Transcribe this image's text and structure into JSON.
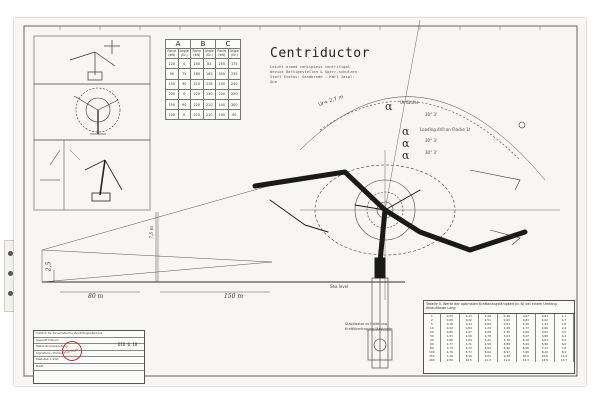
{
  "title": "Centriductor",
  "subtitle": "Leicht armed zenispiess centrifigal device Bettigestellen & Sperr-schutzen. Stoff Status: Sandbrede - Karl Jaspl: Gne",
  "table": {
    "groups": [
      "A",
      "B",
      "C"
    ],
    "col_headers": [
      "Force (kN)",
      "Angle (Gr.)",
      "Force (kN)",
      "Angle (Gr.)",
      "Force (kN)",
      "Angle (Gr.)"
    ],
    "rows": [
      [
        "120",
        "0",
        "150",
        "83",
        "255",
        "175"
      ],
      [
        "90",
        "75",
        "180",
        "165",
        "300",
        "235"
      ],
      [
        "150",
        "90",
        "210",
        "118",
        "150",
        "240"
      ],
      [
        "200",
        "0",
        "220",
        "130",
        "200",
        "220"
      ],
      [
        "150",
        "90",
        "220",
        "210",
        "140",
        "300"
      ],
      [
        "100",
        "0",
        "210",
        "210",
        "190",
        "90"
      ]
    ]
  },
  "annotations": {
    "alpha_1": "α",
    "alpha_2": "α",
    "alpha_3": "α",
    "alpha_4": "α",
    "arm_label": "Umläufer",
    "range_label": "Loading drill on Flacke 1t",
    "angle_label_1": "30° 3'",
    "angle_label_2": "30° 3'",
    "angle_label_3": "30° 3'",
    "arm_length": "Ur= 2,7 m",
    "dim_80": "80 m",
    "dim_150": "150 m",
    "dim_height": "2,5",
    "dim_vertical": "7,5 m",
    "ground_label": "Sea level",
    "post_label": "Stabilisator zu Halterung",
    "post_label2": "Kraftübertragung Mastmitte"
  },
  "stats_table": {
    "caption": "Tabelle II. Werte der optimalen Kraftanzugsfähigkeit (in N) bei einem Umfang Ablauflänge Lang",
    "rows": [
      [
        "1",
        "0,03",
        "0,13",
        "0,38",
        "0,48",
        "0,67",
        "0,84",
        "1,1"
      ],
      [
        "2",
        "0,08",
        "0,22",
        "0,51",
        "0,62",
        "0,83",
        "1,02",
        "1,3"
      ],
      [
        "5",
        "0,18",
        "0,44",
        "0,82",
        "0,94",
        "1,20",
        "1,44",
        "1,8"
      ],
      [
        "10",
        "0,42",
        "0,84",
        "1,29",
        "1,48",
        "1,77",
        "2,06",
        "2,4"
      ],
      [
        "20",
        "0,86",
        "1,47",
        "2,08",
        "2,30",
        "2,69",
        "3,05",
        "3,5"
      ],
      [
        "30",
        "1,33",
        "2,09",
        "2,78",
        "3,03",
        "3,47",
        "3,89",
        "4,4"
      ],
      [
        "40",
        "1,80",
        "2,64",
        "3,41",
        "3,70",
        "4,19",
        "4,64",
        "5,2"
      ],
      [
        "60",
        "2,77",
        "3,71",
        "4,56",
        "4,88",
        "5,44",
        "5,96",
        "6,6"
      ],
      [
        "80",
        "3,73",
        "4,73",
        "5,62",
        "5,96",
        "6,56",
        "7,13",
        "7,8"
      ],
      [
        "100",
        "4,70",
        "5,73",
        "6,62",
        "6,97",
        "7,60",
        "8,20",
        "8,9"
      ],
      [
        "150",
        "7,10",
        "8,16",
        "9,01",
        "9,36",
        "10,0",
        "10,6",
        "11,4"
      ],
      [
        "200",
        "9,50",
        "10,5",
        "11,3",
        "11,6",
        "12,3",
        "12,9",
        "13,7"
      ]
    ]
  },
  "title_block": {
    "rows": [
      "Institut für Kinematische Zentrifugal-Technik",
      "Geprüft Datum",
      "Materialverarbeitung",
      "Signature / Entwurf",
      "Maßstab 1:100",
      "Blatt"
    ],
    "stamp": "GEPRÜFT",
    "drawing_number": "DID 6.18"
  }
}
